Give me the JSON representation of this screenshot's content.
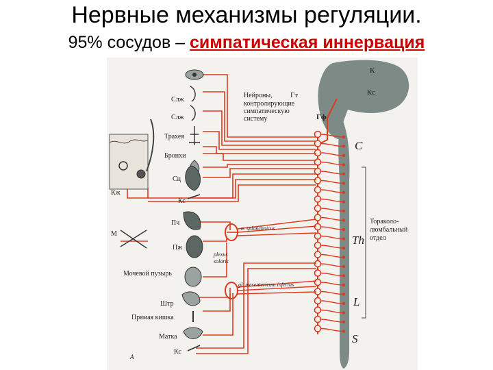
{
  "slide": {
    "title": "Нервные механизмы регуляции.",
    "subtitle_prefix": "95% сосудов – ",
    "subtitle_highlight": "симпатическая иннервация"
  },
  "figure": {
    "brain_labels": {
      "k": "К",
      "kc": "Кс",
      "gt": "Гт",
      "gf": "Гф"
    },
    "neurons_note": [
      "Нейроны,",
      "контролирующие",
      "симпатическую",
      "систему"
    ],
    "spinal_segments": {
      "c": "C",
      "th": "Th",
      "l": "L",
      "s": "S"
    },
    "region_note": [
      "Тораколо-",
      "люмбальный",
      "отдел"
    ],
    "organs": {
      "slzh1": "Слж",
      "slzh2": "Слж",
      "trachea": "Трахея",
      "bronchi": "Бронхи",
      "heart": "Сц",
      "kc1": "Кс",
      "kzh": "Кж",
      "liver": "Пч",
      "m": "М",
      "pancreas": "Пж",
      "bladder": "Мочевой пузырь",
      "shtr": "Штр",
      "rectum": "Прямая кишка",
      "uterus": "Матка",
      "kc2": "Кс",
      "a": "А"
    },
    "ganglia": {
      "splanchnicus": "n. splanchnicus",
      "plexus1": "plexus",
      "plexus2": "solaris",
      "mesenteric": "gl. mesentericum inferius"
    },
    "colors": {
      "nerve": "#e03a1e",
      "spine": "#7d8a86",
      "title_highlight": "#cc0000"
    }
  }
}
